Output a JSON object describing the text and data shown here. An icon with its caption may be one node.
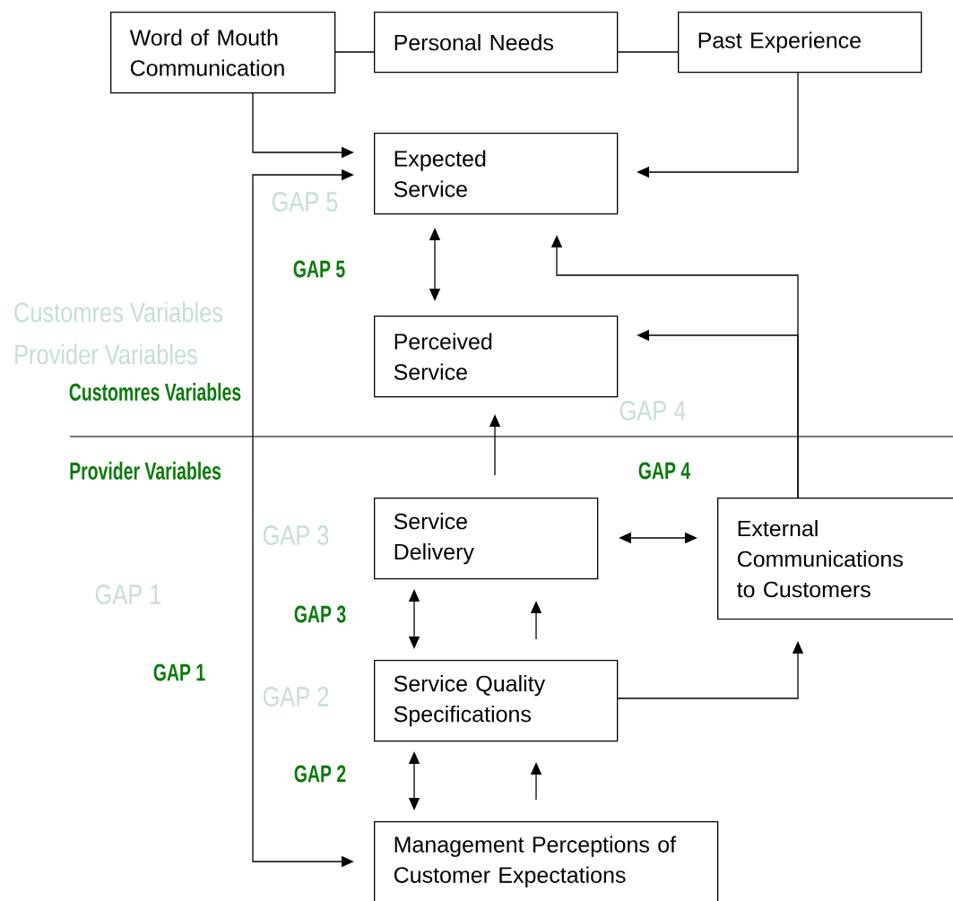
{
  "diagram": {
    "nodes": [
      {
        "text": [
          "Word of Mouth Communication"
        ]
      },
      {
        "text": [
          "Personal Needs"
        ]
      },
      {
        "text": [
          "Past Experience"
        ]
      },
      {
        "text": [
          "Expected Service"
        ]
      },
      {
        "text": [
          "Perceived Service"
        ]
      },
      {
        "text": [
          "Service Delivery"
        ]
      },
      {
        "text": [
          "External Communications to Customers"
        ]
      },
      {
        "text": [
          "Service Quality Specifications"
        ]
      },
      {
        "text": [
          "Management Perceptions of Customer Expectations"
        ]
      }
    ],
    "edges": [
      {
        "from": 0,
        "to": 1,
        "arrow": "none"
      },
      {
        "from": 1,
        "to": 2,
        "arrow": "none"
      },
      {
        "from": 0,
        "to": 3,
        "arrow": "to"
      },
      {
        "from": 2,
        "to": 3,
        "arrow": "to"
      },
      {
        "from": 3,
        "to": 4,
        "arrow": "both"
      },
      {
        "from": 6,
        "to": 3,
        "arrow": "to"
      },
      {
        "from": 6,
        "to": 4,
        "arrow": "to"
      },
      {
        "from": 5,
        "to": 4,
        "arrow": "to"
      },
      {
        "from": 5,
        "to": 6,
        "arrow": "both"
      },
      {
        "from": 5,
        "to": 7,
        "arrow": "both"
      },
      {
        "from": 7,
        "to": 5,
        "arrow": "to"
      },
      {
        "from": 7,
        "to": 6,
        "arrow": "to"
      },
      {
        "from": 7,
        "to": 8,
        "arrow": "both"
      },
      {
        "from": 8,
        "to": 7,
        "arrow": "to"
      },
      {
        "from": 8,
        "to": 3,
        "arrow": "both"
      }
    ],
    "labels": [
      "GAP 5",
      "GAP 5",
      "Customres Variables",
      "Provider Variables",
      "Customres Variables",
      "GAP 4",
      "Provider Variables",
      "GAP 4",
      "GAP 3",
      "GAP 1",
      "GAP 3",
      "GAP 1",
      "GAP 2",
      "GAP 2"
    ]
  }
}
